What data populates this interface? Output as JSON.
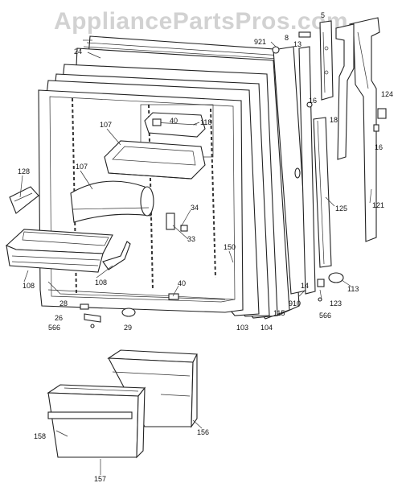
{
  "watermark": "AppliancePartsPros.com",
  "callouts": [
    "5",
    "921",
    "8",
    "13",
    "24",
    "124",
    "18",
    "16",
    "16",
    "40",
    "107",
    "118",
    "107",
    "128",
    "125",
    "121",
    "34",
    "33",
    "150",
    "108",
    "108",
    "40",
    "910",
    "14",
    "113",
    "123",
    "28",
    "26",
    "566",
    "29",
    "103",
    "104",
    "115",
    "566",
    "158",
    "156",
    "157"
  ]
}
